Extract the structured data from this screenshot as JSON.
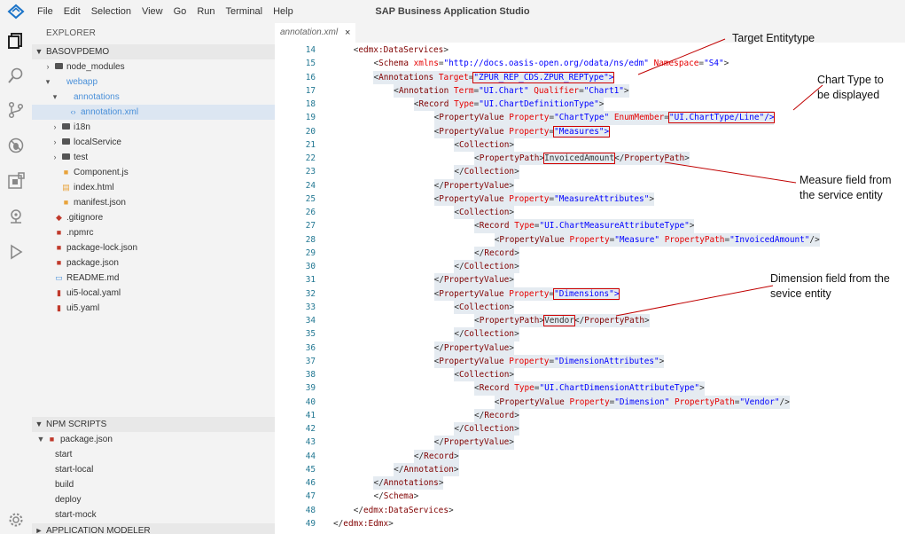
{
  "menu": {
    "items": [
      "File",
      "Edit",
      "Selection",
      "View",
      "Go",
      "Run",
      "Terminal",
      "Help"
    ],
    "app_title": "SAP Business Application Studio"
  },
  "activity_icons": [
    "files-icon",
    "search-icon",
    "source-control-icon",
    "debug-icon",
    "extensions-icon",
    "location-icon",
    "run-icon",
    "gear-icon"
  ],
  "explorer": {
    "header": "EXPLORER",
    "project": "BASOVPDEMO",
    "tree": [
      {
        "label": "node_modules",
        "kind": "folder",
        "indent": 1,
        "expanded": false
      },
      {
        "label": "webapp",
        "kind": "folder",
        "indent": 1,
        "expanded": true,
        "highlight": true
      },
      {
        "label": "annotations",
        "kind": "folder",
        "indent": 2,
        "expanded": true,
        "highlight": true
      },
      {
        "label": "annotation.xml",
        "kind": "xml",
        "indent": 3,
        "selected": true,
        "highlight": true
      },
      {
        "label": "i18n",
        "kind": "folder",
        "indent": 2,
        "expanded": false
      },
      {
        "label": "localService",
        "kind": "folder",
        "indent": 2,
        "expanded": false
      },
      {
        "label": "test",
        "kind": "folder",
        "indent": 2,
        "expanded": false
      },
      {
        "label": "Component.js",
        "kind": "js",
        "indent": 2
      },
      {
        "label": "index.html",
        "kind": "html",
        "indent": 2
      },
      {
        "label": "manifest.json",
        "kind": "json",
        "indent": 2
      },
      {
        "label": ".gitignore",
        "kind": "git",
        "indent": 1
      },
      {
        "label": ".npmrc",
        "kind": "npm",
        "indent": 1
      },
      {
        "label": "package-lock.json",
        "kind": "npm",
        "indent": 1
      },
      {
        "label": "package.json",
        "kind": "npm",
        "indent": 1
      },
      {
        "label": "README.md",
        "kind": "md",
        "indent": 1
      },
      {
        "label": "ui5-local.yaml",
        "kind": "yaml",
        "indent": 1
      },
      {
        "label": "ui5.yaml",
        "kind": "yaml",
        "indent": 1
      }
    ]
  },
  "npm_scripts": {
    "header": "NPM SCRIPTS",
    "file": "package.json",
    "scripts": [
      "start",
      "start-local",
      "build",
      "deploy",
      "start-mock"
    ]
  },
  "app_modeler": {
    "header": "APPLICATION MODELER"
  },
  "editor": {
    "tab_label": "annotation.xml",
    "tab_close": "×",
    "lines": [
      {
        "n": "14",
        "indent": 1,
        "hl": false,
        "segs": [
          [
            "p",
            "<"
          ],
          [
            "t",
            "edmx:DataServices"
          ],
          [
            "p",
            ">"
          ]
        ]
      },
      {
        "n": "15",
        "indent": 2,
        "hl": false,
        "segs": [
          [
            "p",
            "<"
          ],
          [
            "t",
            "Schema"
          ],
          [
            "p",
            " "
          ],
          [
            "a",
            "xmlns"
          ],
          [
            "p",
            "="
          ],
          [
            "v",
            "\"http://docs.oasis-open.org/odata/ns/edm\""
          ],
          [
            "p",
            " "
          ],
          [
            "a",
            "Namespace"
          ],
          [
            "p",
            "="
          ],
          [
            "v",
            "\"S4\""
          ],
          [
            "p",
            ">"
          ]
        ]
      },
      {
        "n": "16",
        "indent": 2,
        "hl": true,
        "segs": [
          [
            "p",
            "<"
          ],
          [
            "t",
            "Annotations"
          ],
          [
            "p",
            " "
          ],
          [
            "a",
            "Target"
          ],
          [
            "p",
            "="
          ],
          [
            "vb",
            "\"ZPUR_REP_CDS.ZPUR_REPType\">"
          ]
        ]
      },
      {
        "n": "17",
        "indent": 3,
        "hl": true,
        "segs": [
          [
            "p",
            "<"
          ],
          [
            "t",
            "Annotation"
          ],
          [
            "p",
            " "
          ],
          [
            "a",
            "Term"
          ],
          [
            "p",
            "="
          ],
          [
            "v",
            "\"UI.Chart\""
          ],
          [
            "p",
            " "
          ],
          [
            "a",
            "Qualifier"
          ],
          [
            "p",
            "="
          ],
          [
            "v",
            "\"Chart1\""
          ],
          [
            "p",
            ">"
          ]
        ]
      },
      {
        "n": "18",
        "indent": 4,
        "hl": true,
        "segs": [
          [
            "p",
            "<"
          ],
          [
            "t",
            "Record"
          ],
          [
            "p",
            " "
          ],
          [
            "a",
            "Type"
          ],
          [
            "p",
            "="
          ],
          [
            "v",
            "\"UI.ChartDefinitionType\""
          ],
          [
            "p",
            ">"
          ]
        ]
      },
      {
        "n": "19",
        "indent": 5,
        "hl": true,
        "segs": [
          [
            "p",
            "<"
          ],
          [
            "t",
            "PropertyValue"
          ],
          [
            "p",
            " "
          ],
          [
            "a",
            "Property"
          ],
          [
            "p",
            "="
          ],
          [
            "v",
            "\"ChartType\""
          ],
          [
            "p",
            " "
          ],
          [
            "a",
            "EnumMember"
          ],
          [
            "p",
            "="
          ],
          [
            "vb",
            "\"UI.ChartType/Line\"/>"
          ]
        ]
      },
      {
        "n": "20",
        "indent": 5,
        "hl": true,
        "segs": [
          [
            "p",
            "<"
          ],
          [
            "t",
            "PropertyValue"
          ],
          [
            "p",
            " "
          ],
          [
            "a",
            "Property"
          ],
          [
            "p",
            "="
          ],
          [
            "vb",
            "\"Measures\">"
          ]
        ]
      },
      {
        "n": "21",
        "indent": 6,
        "hl": true,
        "segs": [
          [
            "p",
            "<"
          ],
          [
            "t",
            "Collection"
          ],
          [
            "p",
            ">"
          ]
        ]
      },
      {
        "n": "22",
        "indent": 7,
        "hl": true,
        "segs": [
          [
            "p",
            "<"
          ],
          [
            "t",
            "PropertyPath"
          ],
          [
            "p",
            ">"
          ],
          [
            "pb",
            "InvoicedAmount"
          ],
          [
            "p",
            "</"
          ],
          [
            "t",
            "PropertyPath"
          ],
          [
            "p",
            ">"
          ]
        ]
      },
      {
        "n": "23",
        "indent": 6,
        "hl": true,
        "segs": [
          [
            "p",
            "</"
          ],
          [
            "t",
            "Collection"
          ],
          [
            "p",
            ">"
          ]
        ]
      },
      {
        "n": "24",
        "indent": 5,
        "hl": true,
        "segs": [
          [
            "p",
            "</"
          ],
          [
            "t",
            "PropertyValue"
          ],
          [
            "p",
            ">"
          ]
        ]
      },
      {
        "n": "25",
        "indent": 5,
        "hl": true,
        "segs": [
          [
            "p",
            "<"
          ],
          [
            "t",
            "PropertyValue"
          ],
          [
            "p",
            " "
          ],
          [
            "a",
            "Property"
          ],
          [
            "p",
            "="
          ],
          [
            "v",
            "\"MeasureAttributes\""
          ],
          [
            "p",
            ">"
          ]
        ]
      },
      {
        "n": "26",
        "indent": 6,
        "hl": true,
        "segs": [
          [
            "p",
            "<"
          ],
          [
            "t",
            "Collection"
          ],
          [
            "p",
            ">"
          ]
        ]
      },
      {
        "n": "27",
        "indent": 7,
        "hl": true,
        "segs": [
          [
            "p",
            "<"
          ],
          [
            "t",
            "Record"
          ],
          [
            "p",
            " "
          ],
          [
            "a",
            "Type"
          ],
          [
            "p",
            "="
          ],
          [
            "v",
            "\"UI.ChartMeasureAttributeType\""
          ],
          [
            "p",
            ">"
          ]
        ]
      },
      {
        "n": "28",
        "indent": 8,
        "hl": true,
        "segs": [
          [
            "p",
            "<"
          ],
          [
            "t",
            "PropertyValue"
          ],
          [
            "p",
            " "
          ],
          [
            "a",
            "Property"
          ],
          [
            "p",
            "="
          ],
          [
            "v",
            "\"Measure\""
          ],
          [
            "p",
            " "
          ],
          [
            "a",
            "PropertyPath"
          ],
          [
            "p",
            "="
          ],
          [
            "v",
            "\"InvoicedAmount\""
          ],
          [
            "p",
            "/>"
          ]
        ]
      },
      {
        "n": "29",
        "indent": 7,
        "hl": true,
        "segs": [
          [
            "p",
            "</"
          ],
          [
            "t",
            "Record"
          ],
          [
            "p",
            ">"
          ]
        ]
      },
      {
        "n": "30",
        "indent": 6,
        "hl": true,
        "segs": [
          [
            "p",
            "</"
          ],
          [
            "t",
            "Collection"
          ],
          [
            "p",
            ">"
          ]
        ]
      },
      {
        "n": "31",
        "indent": 5,
        "hl": true,
        "segs": [
          [
            "p",
            "</"
          ],
          [
            "t",
            "PropertyValue"
          ],
          [
            "p",
            ">"
          ]
        ]
      },
      {
        "n": "32",
        "indent": 5,
        "hl": true,
        "segs": [
          [
            "p",
            "<"
          ],
          [
            "t",
            "PropertyValue"
          ],
          [
            "p",
            " "
          ],
          [
            "a",
            "Property"
          ],
          [
            "p",
            "="
          ],
          [
            "vb",
            "\"Dimensions\">"
          ]
        ]
      },
      {
        "n": "33",
        "indent": 6,
        "hl": true,
        "segs": [
          [
            "p",
            "<"
          ],
          [
            "t",
            "Collection"
          ],
          [
            "p",
            ">"
          ]
        ]
      },
      {
        "n": "34",
        "indent": 7,
        "hl": true,
        "segs": [
          [
            "p",
            "<"
          ],
          [
            "t",
            "PropertyPath"
          ],
          [
            "p",
            ">"
          ],
          [
            "pb",
            "Vendor"
          ],
          [
            "p",
            "</"
          ],
          [
            "t",
            "PropertyPath"
          ],
          [
            "p",
            ">"
          ]
        ]
      },
      {
        "n": "35",
        "indent": 6,
        "hl": true,
        "segs": [
          [
            "p",
            "</"
          ],
          [
            "t",
            "Collection"
          ],
          [
            "p",
            ">"
          ]
        ]
      },
      {
        "n": "36",
        "indent": 5,
        "hl": true,
        "segs": [
          [
            "p",
            "</"
          ],
          [
            "t",
            "PropertyValue"
          ],
          [
            "p",
            ">"
          ]
        ]
      },
      {
        "n": "37",
        "indent": 5,
        "hl": true,
        "segs": [
          [
            "p",
            "<"
          ],
          [
            "t",
            "PropertyValue"
          ],
          [
            "p",
            " "
          ],
          [
            "a",
            "Property"
          ],
          [
            "p",
            "="
          ],
          [
            "v",
            "\"DimensionAttributes\""
          ],
          [
            "p",
            ">"
          ]
        ]
      },
      {
        "n": "38",
        "indent": 6,
        "hl": true,
        "segs": [
          [
            "p",
            "<"
          ],
          [
            "t",
            "Collection"
          ],
          [
            "p",
            ">"
          ]
        ]
      },
      {
        "n": "39",
        "indent": 7,
        "hl": true,
        "segs": [
          [
            "p",
            "<"
          ],
          [
            "t",
            "Record"
          ],
          [
            "p",
            " "
          ],
          [
            "a",
            "Type"
          ],
          [
            "p",
            "="
          ],
          [
            "v",
            "\"UI.ChartDimensionAttributeType\""
          ],
          [
            "p",
            ">"
          ]
        ]
      },
      {
        "n": "40",
        "indent": 8,
        "hl": true,
        "segs": [
          [
            "p",
            "<"
          ],
          [
            "t",
            "PropertyValue"
          ],
          [
            "p",
            " "
          ],
          [
            "a",
            "Property"
          ],
          [
            "p",
            "="
          ],
          [
            "v",
            "\"Dimension\""
          ],
          [
            "p",
            " "
          ],
          [
            "a",
            "PropertyPath"
          ],
          [
            "p",
            "="
          ],
          [
            "v",
            "\"Vendor\""
          ],
          [
            "p",
            "/>"
          ]
        ]
      },
      {
        "n": "41",
        "indent": 7,
        "hl": true,
        "segs": [
          [
            "p",
            "</"
          ],
          [
            "t",
            "Record"
          ],
          [
            "p",
            ">"
          ]
        ]
      },
      {
        "n": "42",
        "indent": 6,
        "hl": true,
        "segs": [
          [
            "p",
            "</"
          ],
          [
            "t",
            "Collection"
          ],
          [
            "p",
            ">"
          ]
        ]
      },
      {
        "n": "43",
        "indent": 5,
        "hl": true,
        "segs": [
          [
            "p",
            "</"
          ],
          [
            "t",
            "PropertyValue"
          ],
          [
            "p",
            ">"
          ]
        ]
      },
      {
        "n": "44",
        "indent": 4,
        "hl": true,
        "segs": [
          [
            "p",
            "</"
          ],
          [
            "t",
            "Record"
          ],
          [
            "p",
            ">"
          ]
        ]
      },
      {
        "n": "45",
        "indent": 3,
        "hl": true,
        "segs": [
          [
            "p",
            "</"
          ],
          [
            "t",
            "Annotation"
          ],
          [
            "p",
            ">"
          ]
        ]
      },
      {
        "n": "46",
        "indent": 2,
        "hl": true,
        "segs": [
          [
            "p",
            "</"
          ],
          [
            "t",
            "Annotations"
          ],
          [
            "p",
            ">"
          ]
        ]
      },
      {
        "n": "47",
        "indent": 2,
        "hl": false,
        "segs": [
          [
            "p",
            "</"
          ],
          [
            "t",
            "Schema"
          ],
          [
            "p",
            ">"
          ]
        ]
      },
      {
        "n": "48",
        "indent": 1,
        "hl": false,
        "segs": [
          [
            "p",
            "</"
          ],
          [
            "t",
            "edmx:DataServices"
          ],
          [
            "p",
            ">"
          ]
        ]
      },
      {
        "n": "49",
        "indent": 0,
        "hl": false,
        "segs": [
          [
            "p",
            "</"
          ],
          [
            "t",
            "edmx:Edmx"
          ],
          [
            "p",
            ">"
          ]
        ]
      }
    ]
  },
  "annotations": [
    {
      "text": "Target Entitytype"
    },
    {
      "text": "Chart Type to be displayed"
    },
    {
      "text": "Measure field from the service entity"
    },
    {
      "text": "Dimension field from the sevice entity"
    }
  ],
  "colors": {
    "annotation_line": "#c00000",
    "tag": "#800000",
    "attribute": "#e50000",
    "value": "#0000ff",
    "line_number": "#237893",
    "highlight": "#e5ebf1"
  }
}
